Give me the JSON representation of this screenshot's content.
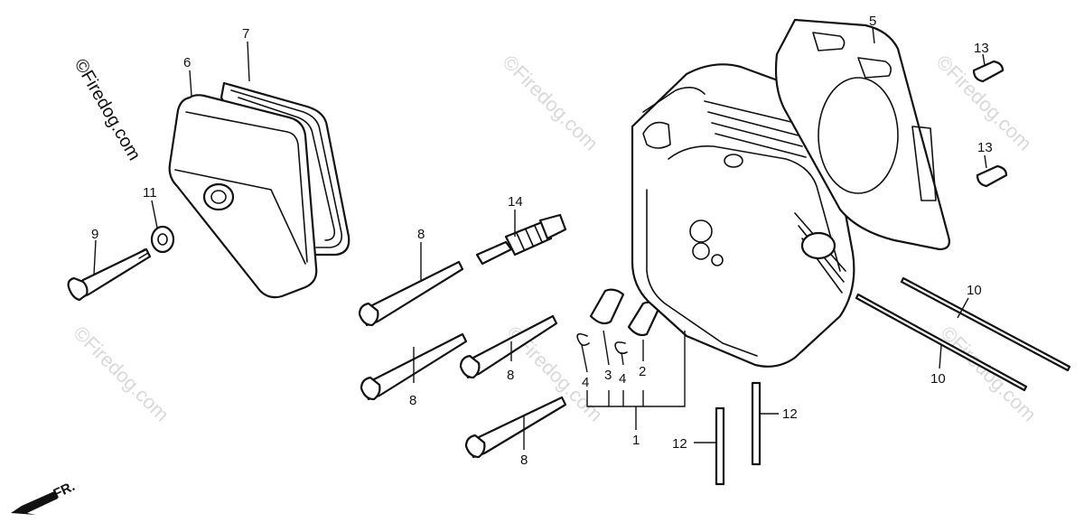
{
  "watermark": {
    "main": "©Firedog.com",
    "repeat": "©Firedog.com"
  },
  "direction_marker": {
    "label": "FR."
  },
  "callouts": {
    "c1": "1",
    "c2": "2",
    "c3": "3",
    "c4a": "4",
    "c4b": "4",
    "c5": "5",
    "c6": "6",
    "c7": "7",
    "c8a": "8",
    "c8b": "8",
    "c8c": "8",
    "c8d": "8",
    "c9": "9",
    "c10a": "10",
    "c10b": "10",
    "c11": "11",
    "c12a": "12",
    "c12b": "12",
    "c13a": "13",
    "c13b": "13",
    "c14": "14"
  },
  "colors": {
    "line": "#111111",
    "watermark": "#d9d9d9",
    "background": "#ffffff"
  }
}
